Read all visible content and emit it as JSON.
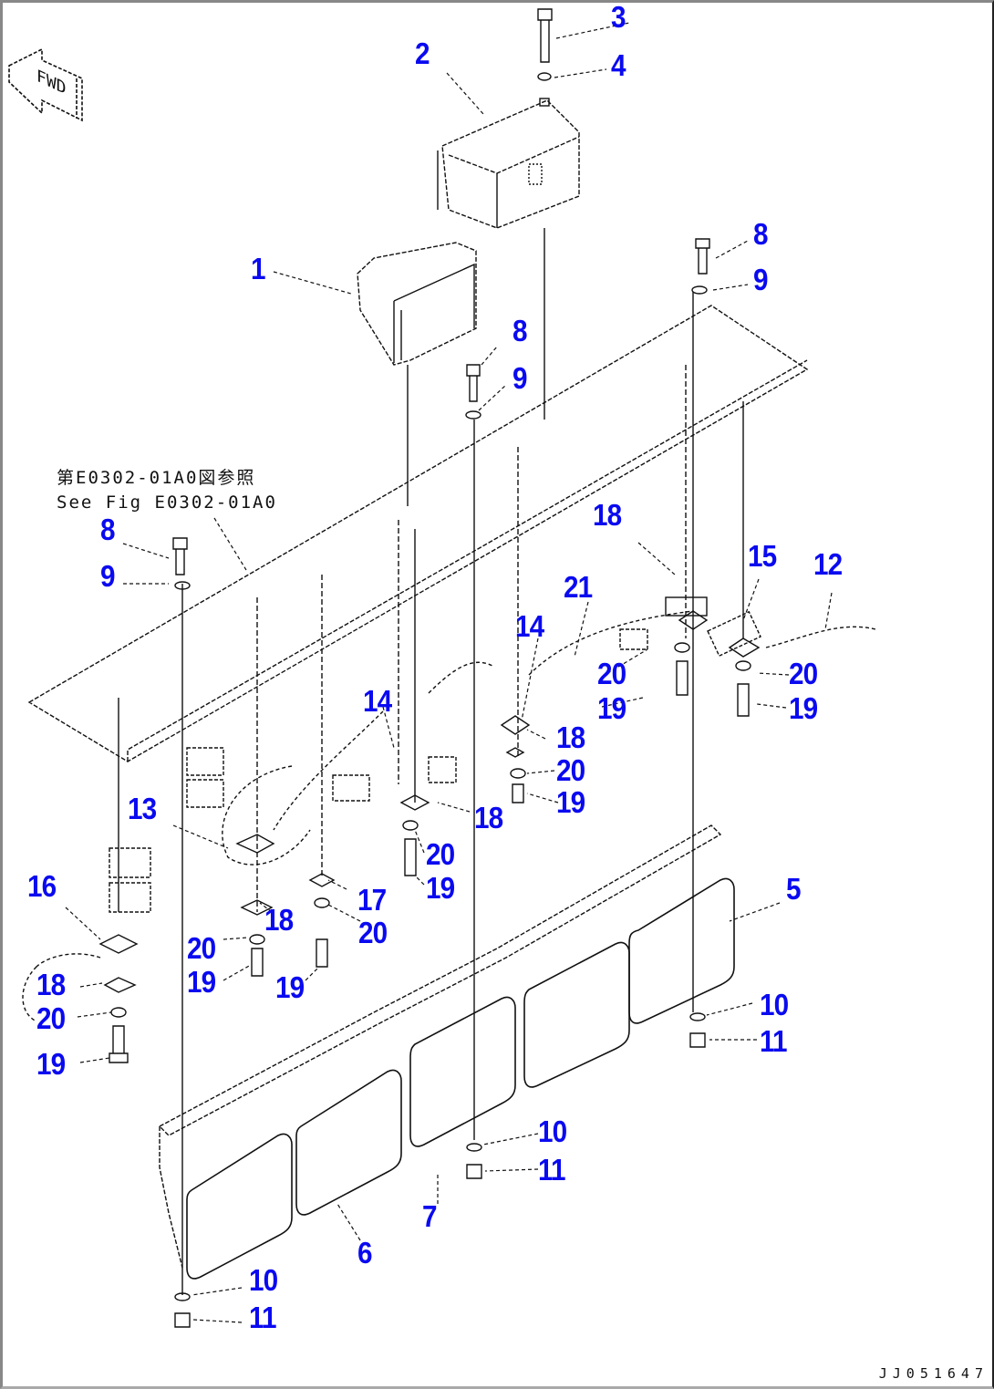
{
  "diagram": {
    "direction_marker": {
      "label": "FWD",
      "icon": "forward-arrow-icon"
    },
    "reference_note": {
      "line_ja": "第E0302-01A0図参照",
      "line_en": "See Fig E0302-01A0"
    },
    "figure_id": "JJ051647",
    "callouts": [
      {
        "id": "c1",
        "label": "1"
      },
      {
        "id": "c2",
        "label": "2"
      },
      {
        "id": "c3",
        "label": "3"
      },
      {
        "id": "c4",
        "label": "4"
      },
      {
        "id": "c5",
        "label": "5"
      },
      {
        "id": "c6",
        "label": "6"
      },
      {
        "id": "c7",
        "label": "7"
      },
      {
        "id": "c8a",
        "label": "8"
      },
      {
        "id": "c8b",
        "label": "8"
      },
      {
        "id": "c8c",
        "label": "8"
      },
      {
        "id": "c9a",
        "label": "9"
      },
      {
        "id": "c9b",
        "label": "9"
      },
      {
        "id": "c9c",
        "label": "9"
      },
      {
        "id": "c10a",
        "label": "10"
      },
      {
        "id": "c10b",
        "label": "10"
      },
      {
        "id": "c10c",
        "label": "10"
      },
      {
        "id": "c11a",
        "label": "11"
      },
      {
        "id": "c11b",
        "label": "11"
      },
      {
        "id": "c11c",
        "label": "11"
      },
      {
        "id": "c12",
        "label": "12"
      },
      {
        "id": "c13",
        "label": "13"
      },
      {
        "id": "c14a",
        "label": "14"
      },
      {
        "id": "c14b",
        "label": "14"
      },
      {
        "id": "c15",
        "label": "15"
      },
      {
        "id": "c16",
        "label": "16"
      },
      {
        "id": "c17",
        "label": "17"
      },
      {
        "id": "c18a",
        "label": "18"
      },
      {
        "id": "c18b",
        "label": "18"
      },
      {
        "id": "c18c",
        "label": "18"
      },
      {
        "id": "c18d",
        "label": "18"
      },
      {
        "id": "c18e",
        "label": "18"
      },
      {
        "id": "c19a",
        "label": "19"
      },
      {
        "id": "c19b",
        "label": "19"
      },
      {
        "id": "c19c",
        "label": "19"
      },
      {
        "id": "c19d",
        "label": "19"
      },
      {
        "id": "c19e",
        "label": "19"
      },
      {
        "id": "c19f",
        "label": "19"
      },
      {
        "id": "c19g",
        "label": "19"
      },
      {
        "id": "c20a",
        "label": "20"
      },
      {
        "id": "c20b",
        "label": "20"
      },
      {
        "id": "c20c",
        "label": "20"
      },
      {
        "id": "c20d",
        "label": "20"
      },
      {
        "id": "c20e",
        "label": "20"
      },
      {
        "id": "c20f",
        "label": "20"
      },
      {
        "id": "c20g",
        "label": "20"
      },
      {
        "id": "c21",
        "label": "21"
      }
    ],
    "colors": {
      "callout": "#0a0af0",
      "line": "#111111",
      "frame": "#888888"
    }
  }
}
